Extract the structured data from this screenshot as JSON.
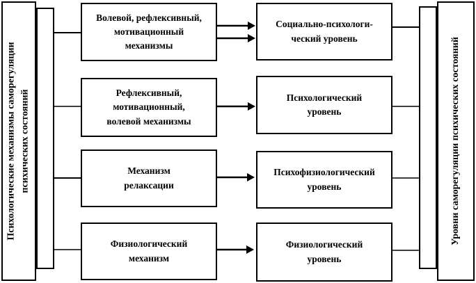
{
  "diagram": {
    "title_semantic": "Схема: механизмы саморегуляции и уровни психических состояний",
    "left_axis": {
      "label": "Психологические механизмы саморегуляции\nпсихических состояний"
    },
    "right_axis": {
      "label": "Уровни саморегуляции психических состояний"
    },
    "rows": [
      {
        "mechanism": "Волевой, рефлексивный,\nмотивационный\nмеханизмы",
        "level": "Социально-психологи-\nческий уровень",
        "arrows_between": 2
      },
      {
        "mechanism": "Рефлексивный,\nмотивационный,\nволевой механизмы",
        "level": "Психологический\nуровень",
        "arrows_between": 1
      },
      {
        "mechanism": "Механизм\nрелаксации",
        "level": "Психофизиологический\nуровень",
        "arrows_between": 1
      },
      {
        "mechanism": "Физиологический\nмеханизм",
        "level": "Физиологический\nуровень",
        "arrows_between": 1
      }
    ],
    "colors": {
      "line": "#000000",
      "background": "#ffffff",
      "text": "#000000"
    }
  }
}
